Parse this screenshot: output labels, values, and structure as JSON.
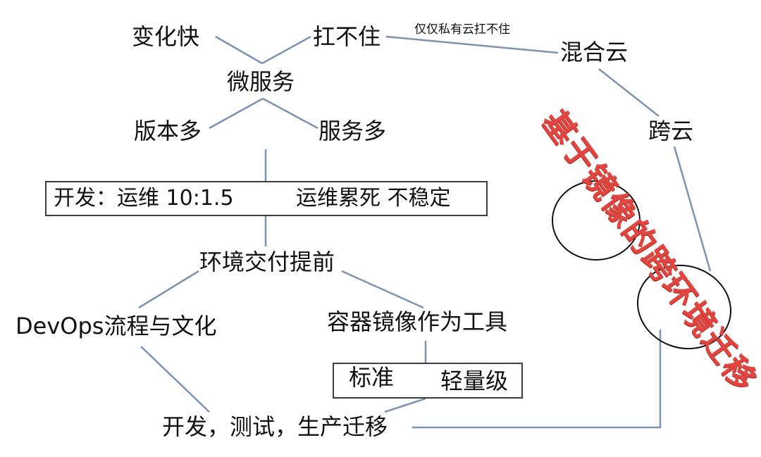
{
  "nodes": {
    "change_fast": "变化快",
    "cannot_hold": "扛不住",
    "private_cloud_note": "仅仅私有云扛不住",
    "hybrid_cloud": "混合云",
    "microservices": "微服务",
    "many_versions": "版本多",
    "many_services": "服务多",
    "cross_cloud": "跨云",
    "dev_ops_ratio": "开发：运维 10:1.5",
    "ops_exhausted": "运维累死 不稳定",
    "env_delivery_early": "环境交付提前",
    "devops_culture": "DevOps流程与文化",
    "container_image_tool": "容器镜像作为工具",
    "standard": "标准",
    "lightweight": "轻量级",
    "dev_test_prod": "开发，测试，生产迁移"
  },
  "stamp": {
    "text": "基于镜像的跨环境迁移",
    "color": "#e0453f"
  },
  "colors": {
    "link": "#7c93b3",
    "box_border": "#3d3d3d",
    "text": "#111111"
  }
}
